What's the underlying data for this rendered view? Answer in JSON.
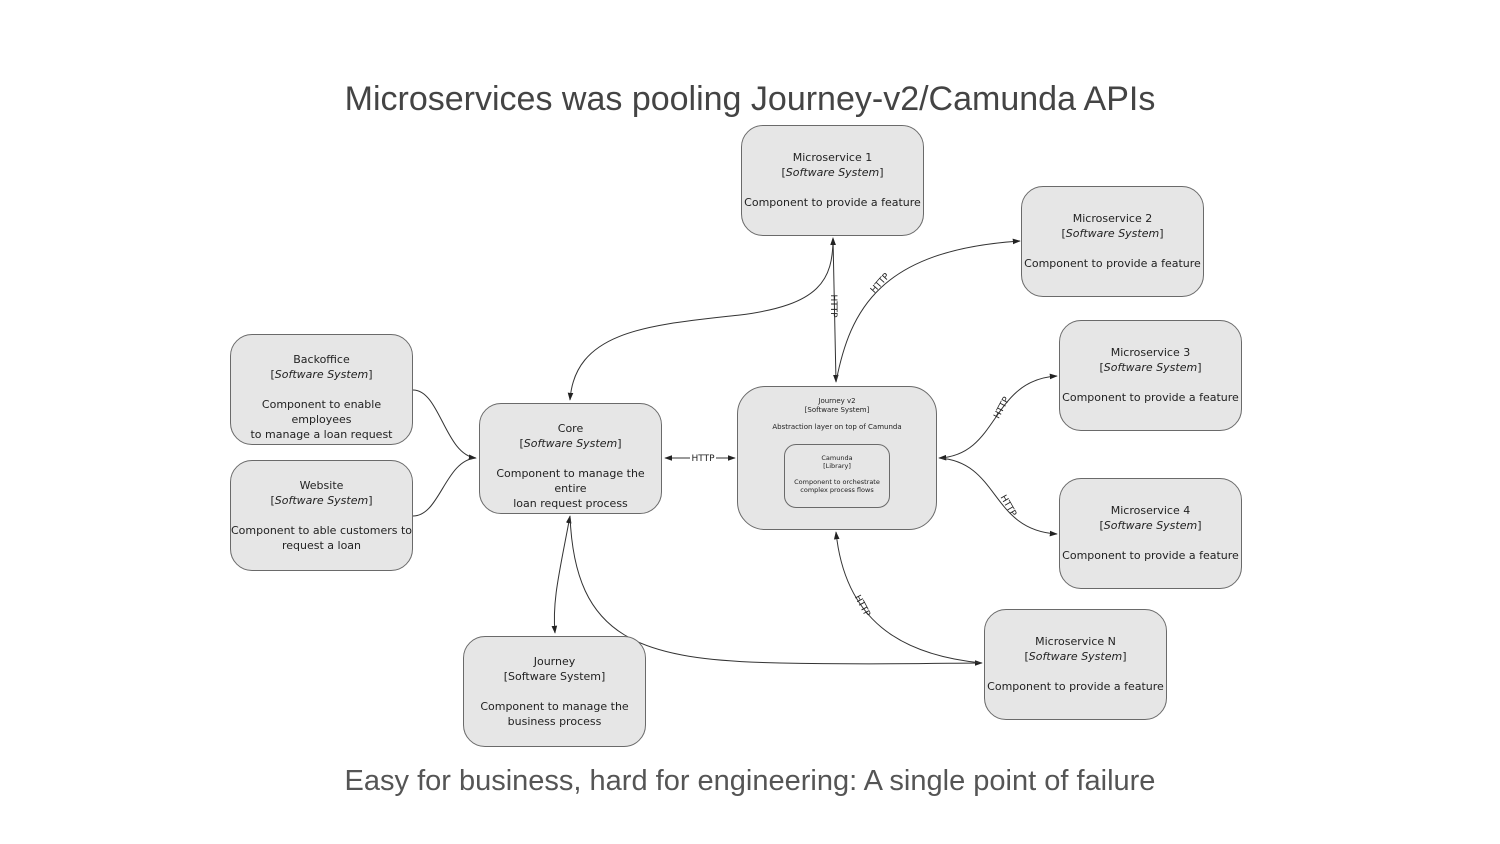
{
  "title": "Microservices was pooling Journey-v2/Camunda APIs",
  "subtitle": "Easy for business, hard for engineering: A single point of failure",
  "nodes": {
    "ms1": {
      "name": "Microservice 1",
      "type": "Software System",
      "desc": "Component to provide a feature"
    },
    "ms2": {
      "name": "Microservice 2",
      "type": "Software System",
      "desc": "Component to provide a feature"
    },
    "ms3": {
      "name": "Microservice 3",
      "type": "Software System",
      "desc": "Component to provide a feature"
    },
    "ms4": {
      "name": "Microservice 4",
      "type": "Software System",
      "desc": "Component to provide a feature"
    },
    "msn": {
      "name": "Microservice N",
      "type": "Software System",
      "desc": "Component to provide a feature"
    },
    "backoffice": {
      "name": "Backoffice",
      "type": "Software System",
      "desc_line1": "Component to enable employees",
      "desc_line2": "to manage a loan request"
    },
    "website": {
      "name": "Website",
      "type": "Software System",
      "desc_line1": "Component to able customers to",
      "desc_line2": "request a loan"
    },
    "core": {
      "name": "Core",
      "type": "Software System",
      "desc_line1": "Component to manage the entire",
      "desc_line2": "loan request process"
    },
    "journey": {
      "name": "Journey",
      "type": "[Software System]",
      "desc_line1": "Component to manage the",
      "desc_line2": "business process"
    },
    "journeyv2": {
      "name": "Journey v2",
      "type": "[Software System]",
      "desc": "Abstraction layer on top of Camunda"
    },
    "camunda": {
      "name": "Camunda",
      "type": "[Library]",
      "desc_line1": "Component to orchestrate",
      "desc_line2": "complex process flows"
    }
  },
  "edge_label": "HTTP"
}
